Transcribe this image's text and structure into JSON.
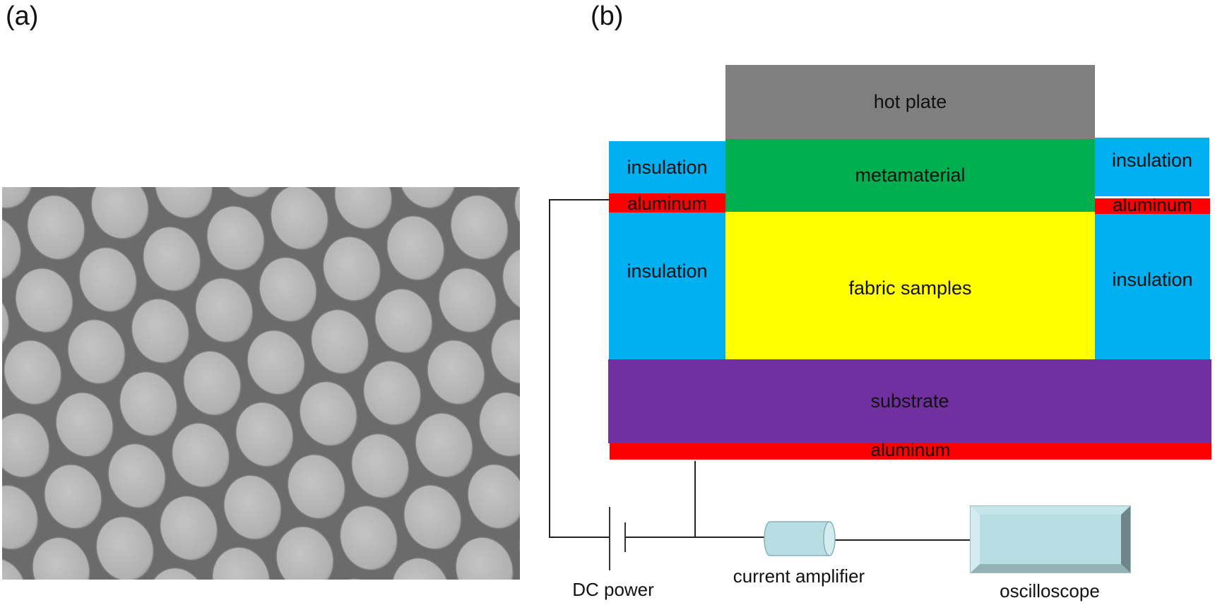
{
  "panels": {
    "a": {
      "label": "(a)",
      "image": {
        "type": "SEM micrograph",
        "subject": "hexagonally arranged circular dots on substrate"
      }
    },
    "b": {
      "label": "(b)",
      "layers": {
        "hot_plate": "hot plate",
        "metamaterial": "metamaterial",
        "fabric_samples": "fabric samples",
        "substrate": "substrate",
        "bottom_aluminum": "aluminum",
        "left_insulation_top": "insulation",
        "left_aluminum": "aluminum",
        "left_insulation_bottom": "insulation",
        "right_insulation_top": "insulation",
        "right_aluminum": "aluminum",
        "right_insulation_bottom": "insulation"
      },
      "circuit": {
        "dc_power": "DC power",
        "current_amplifier": "current amplifier",
        "oscilloscope": "oscilloscope"
      },
      "colors": {
        "hot_plate": "#808080",
        "metamaterial": "#00b050",
        "fabric_samples": "#ffff00",
        "insulation": "#00b0f0",
        "aluminum": "#ff0000",
        "substrate": "#7030a0",
        "device": "#b7dfe3"
      }
    }
  }
}
